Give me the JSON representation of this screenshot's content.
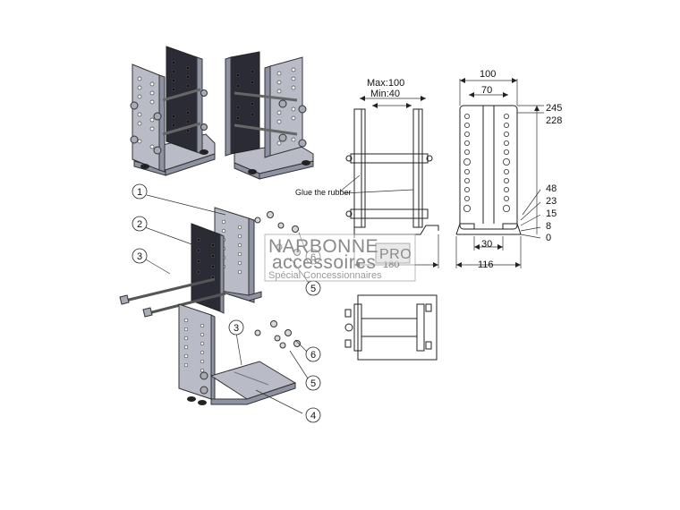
{
  "callouts": {
    "c1": "1",
    "c2": "2",
    "c3a": "3",
    "c3b": "3",
    "c4": "4",
    "c5a": "5",
    "c5b": "5",
    "c6a": "6",
    "c6b": "6"
  },
  "side_view": {
    "max_label": "Max:100",
    "min_label": "Min:40",
    "glue_note": "Glue the rubber",
    "width_dim": "180"
  },
  "front_view": {
    "width_top": "100",
    "width_inner": "70",
    "slot_width": "30",
    "base_width": "116",
    "heights": [
      "245",
      "228",
      "48",
      "23",
      "15",
      "8",
      "0"
    ]
  },
  "watermark": {
    "line1": "NARBONNE",
    "line2": "accessoires",
    "badge": "PRO",
    "line3": "Spécial Concessionnaires"
  },
  "colors": {
    "steel": "#b9bcc6",
    "rubber": "#2b2b35",
    "line": "#222222"
  }
}
